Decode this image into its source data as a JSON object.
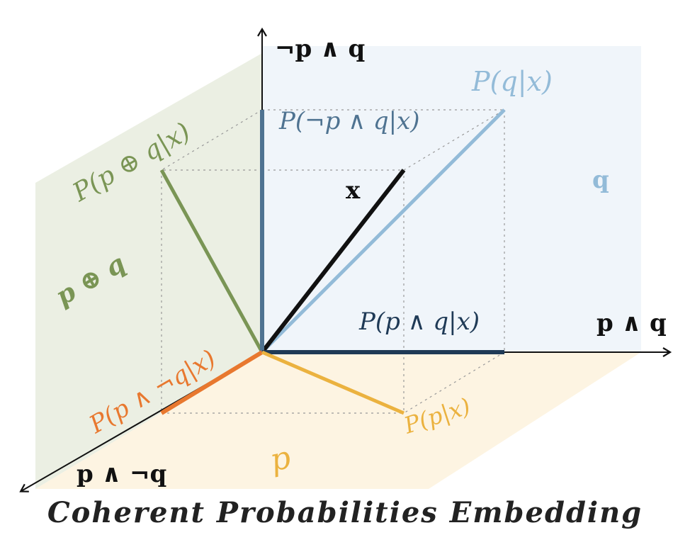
{
  "colors": {
    "green": "#7a9555",
    "orange": "#e8782f",
    "yellow": "#ebb23f",
    "light_blue": "#93bbd8",
    "mid_blue": "#4f7391",
    "dark_blue": "#1f3a56",
    "black": "#111111",
    "plane_green": "#e4ead9",
    "plane_blue": "#eef4f9",
    "plane_yellow": "#fdf3df"
  },
  "axes": {
    "up": "¬p ∧ q",
    "right": "p ∧ q",
    "down_left": "p ∧ ¬q"
  },
  "planes": {
    "green": "p ⊕ q",
    "blue": "q",
    "yellow": "p"
  },
  "vectors": {
    "x": "x",
    "p_xor_q": "P(p ⊕ q|x)",
    "q": "P(q|x)",
    "not_p_and_q": "P(¬p ∧ q|x)",
    "p_and_q": "P(p ∧ q|x)",
    "p_and_not_q": "P(p ∧ ¬q|x)",
    "p": "P(p|x)"
  },
  "caption": "Coherent Probabilities Embedding"
}
